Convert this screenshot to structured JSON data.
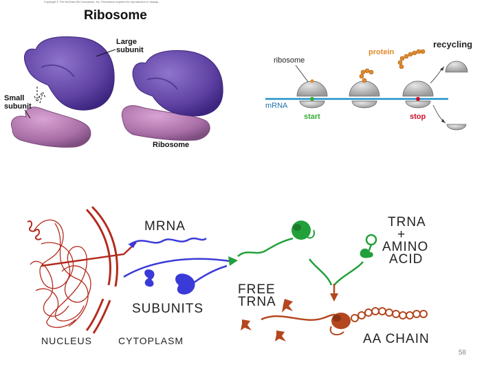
{
  "ribosome_figure": {
    "copyright": "Copyright © The McGraw-Hill Companies, Inc. Permission required for reproduction or display.",
    "title": "Ribosome",
    "large_subunit": "Large\nsubunit",
    "small_subunit": "Small\nsubunit",
    "assembled_label": "Ribosome"
  },
  "translation_figure": {
    "protein": "protein",
    "recycling": "recycling",
    "ribosome": "ribosome",
    "mrna": "mRNA",
    "start": "start",
    "stop": "stop"
  },
  "flow_figure": {
    "mrna": "MRNA",
    "trna_amino": "TRNA\n+\nAMINO\nACID",
    "free_trna": "FREE\nTRNA",
    "subunits": "SUBUNITS",
    "aa_chain": "AA CHAIN",
    "nucleus": "NUCLEUS",
    "cytoplasm": "CYTOPLASM"
  },
  "colors": {
    "large_subunit": "#6b4bb0",
    "small_subunit": "#b07ab0",
    "mrna_line": "#1e90c8",
    "protein": "#e08a2a",
    "start": "#3aaa3a",
    "stop": "#c8102e",
    "flow_red": "#b42a1e",
    "flow_blue": "#3a3ad8",
    "flow_green": "#22a03a",
    "flow_brown": "#b4471e"
  },
  "slide_number": "58"
}
